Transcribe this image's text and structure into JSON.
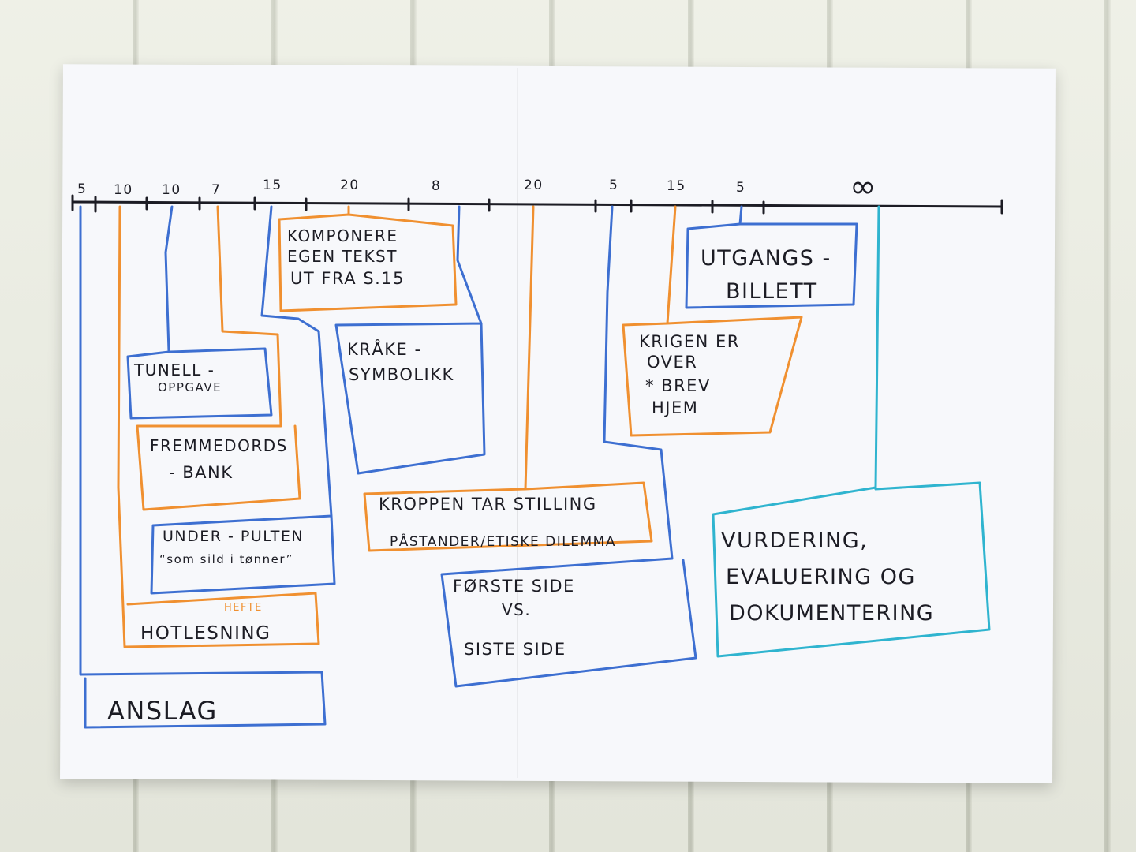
{
  "timeline": {
    "ticks": [
      "5",
      "10",
      "10",
      "7",
      "15",
      "20",
      "8",
      "20",
      "5",
      "15",
      "5",
      "∞"
    ]
  },
  "boxes": {
    "komponere": [
      "KOMPONERE",
      "EGEN TEKST",
      "UT FRA S.15"
    ],
    "utgangs": [
      "UTGANGS -",
      "BILLETT"
    ],
    "kraake": [
      "KRÅKE -",
      "SYMBOLIKK"
    ],
    "krigen": [
      "KRIGEN ER",
      "OVER",
      "* BREV",
      "HJEM"
    ],
    "tunell": [
      "TUNELL -",
      "OPPGAVE"
    ],
    "fremmedords": [
      "FREMMEDORDS",
      "- BANK"
    ],
    "kroppen": [
      "KROPPEN TAR STILLING",
      "PÅSTANDER/ETISKE DILEMMA"
    ],
    "vurdering": [
      "VURDERING,",
      "EVALUERING OG",
      "DOKUMENTERING"
    ],
    "under": [
      "UNDER - PULTEN",
      "“som sild i tønner”"
    ],
    "forste": [
      "FØRSTE SIDE",
      "VS.",
      "SISTE SIDE"
    ],
    "hefte": "HEFTE",
    "hotlesning": "HOTLESNING",
    "anslag": "ANSLAG"
  },
  "colors": {
    "blue": "#3d6fd1",
    "orange": "#f09030",
    "cyan": "#2fb4cf",
    "black": "#1c1c24"
  }
}
